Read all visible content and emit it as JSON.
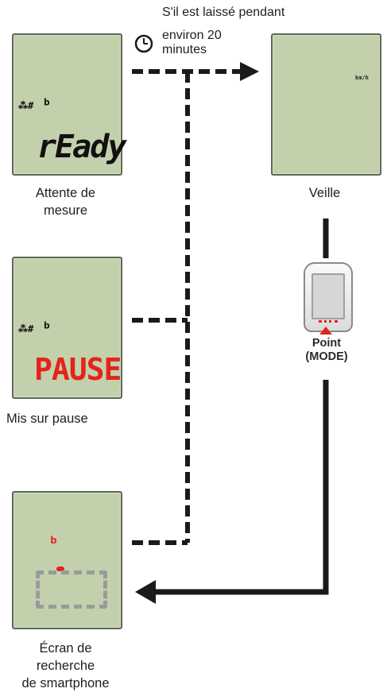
{
  "timer": {
    "line1_a": "S'il est laissé",
    "line1_b": "pendant",
    "line2": "environ 20",
    "line3": "minutes"
  },
  "screens": {
    "ready": {
      "caption_line1": "Attente de",
      "caption_line2": "mesure",
      "display_text": "rEady"
    },
    "pause": {
      "caption": "Mis sur pause",
      "display_text": "PAUSE"
    },
    "search": {
      "caption_line1": "Écran de",
      "caption_line2": "recherche",
      "caption_line3": "de smartphone"
    },
    "sleep": {
      "caption": "Veille",
      "unit_text": "km/h"
    }
  },
  "device": {
    "button_line1": "Point",
    "button_line2": "(MODE)"
  },
  "colors": {
    "lcd_bg": "#c3d0ac",
    "accent_red": "#e3241b",
    "arrow": "#1a1a1a",
    "dash_gray": "#9a9a9a"
  },
  "icons": [
    "clock-icon",
    "cadence-sensor-icon",
    "bluetooth-connection-icon",
    "smartphone-search-icon",
    "device-icon"
  ]
}
